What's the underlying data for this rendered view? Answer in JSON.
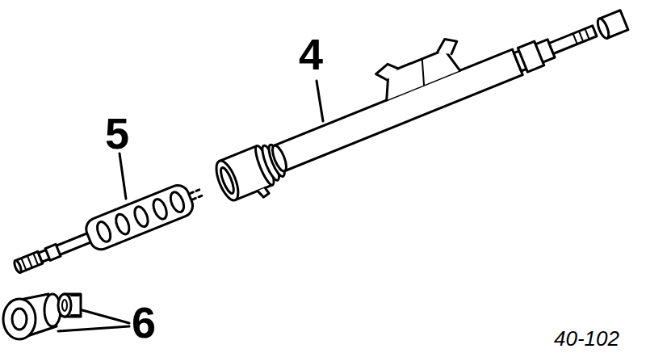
{
  "diagram": {
    "labels": [
      "4",
      "5",
      "6",
      "40-102"
    ]
  }
}
